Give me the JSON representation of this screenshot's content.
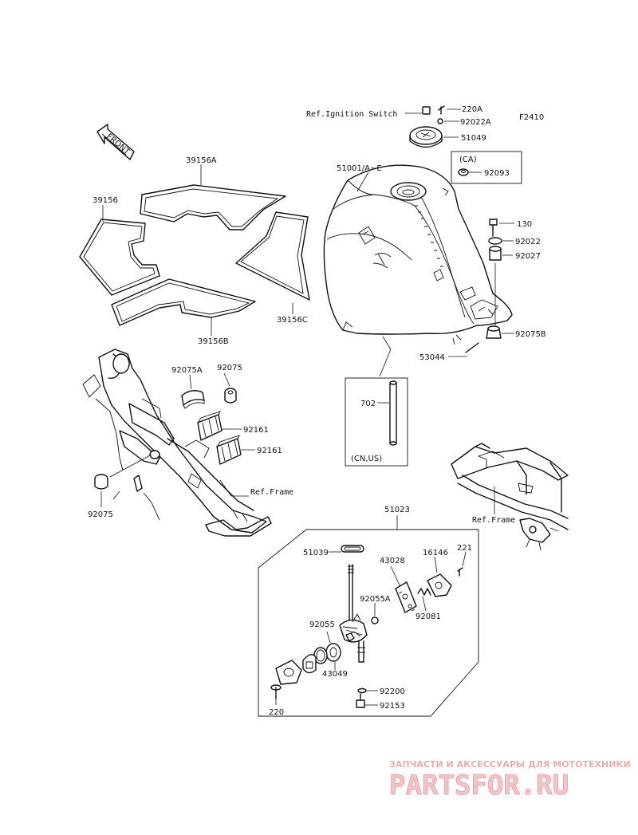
{
  "diagram_code": "F2410",
  "front_arrow": "FRONT",
  "labels": {
    "ref_ignition": "Ref.Ignition Switch",
    "p220A": "220A",
    "p92022A": "92022A",
    "p51049": "51049",
    "ca": "(CA)",
    "p92093": "92093",
    "p51001": "51001/A~E",
    "p130": "130",
    "p92022": "92022",
    "p92027": "92027",
    "p92075B": "92075B",
    "p53044": "53044",
    "p702": "702",
    "cnus": "(CN,US)",
    "p39156A": "39156A",
    "p39156": "39156",
    "p39156C": "39156C",
    "p39156B": "39156B",
    "p92075A": "92075A",
    "p92075_top": "92075",
    "p92161_a": "92161",
    "p92161_b": "92161",
    "ref_frame_left": "Ref.Frame",
    "p92075_bottom": "92075",
    "ref_frame_right": "Ref.Frame",
    "p51023": "51023",
    "p51039": "51039",
    "p43028": "43028",
    "p16146": "16146",
    "p221": "221",
    "p92055A": "92055A",
    "p92081": "92081",
    "p92055": "92055",
    "p43049": "43049",
    "p92200": "92200",
    "p92153": "92153",
    "p220": "220"
  },
  "watermark": {
    "tagline": "ЗАПЧАСТИ И АКСЕССУАРЫ ДЛЯ МОТОТЕХНИКИ",
    "brand": "PARTSFOR.RU"
  },
  "colors": {
    "line": "#111111",
    "watermark_text": "#e7aeb0",
    "watermark_brand": "#f3c3c6"
  }
}
